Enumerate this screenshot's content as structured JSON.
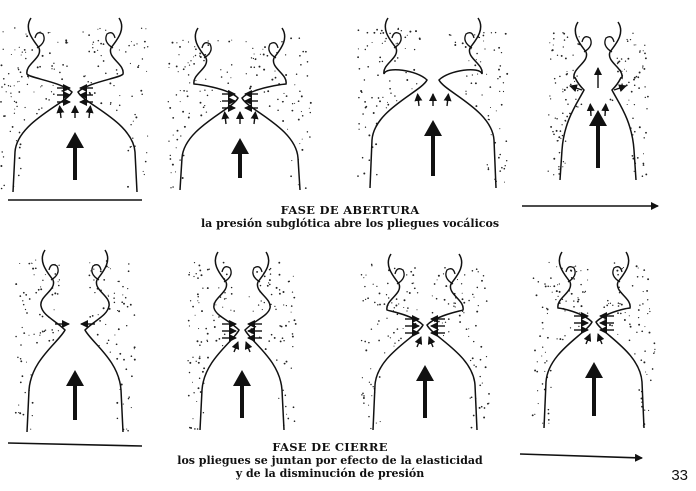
{
  "opening": {
    "title": "FASE DE ABERTURA",
    "subtitle": "la presión subglótica abre los pliegues vocálicos"
  },
  "closing": {
    "title": "FASE DE CIERRE",
    "subtitle_line1": "los pliegues se juntan por efecto de la elasticidad",
    "subtitle_line2": "y de la disminución de presión"
  },
  "page_number": "33",
  "colors": {
    "ink": "#111111",
    "background": "#ffffff"
  }
}
